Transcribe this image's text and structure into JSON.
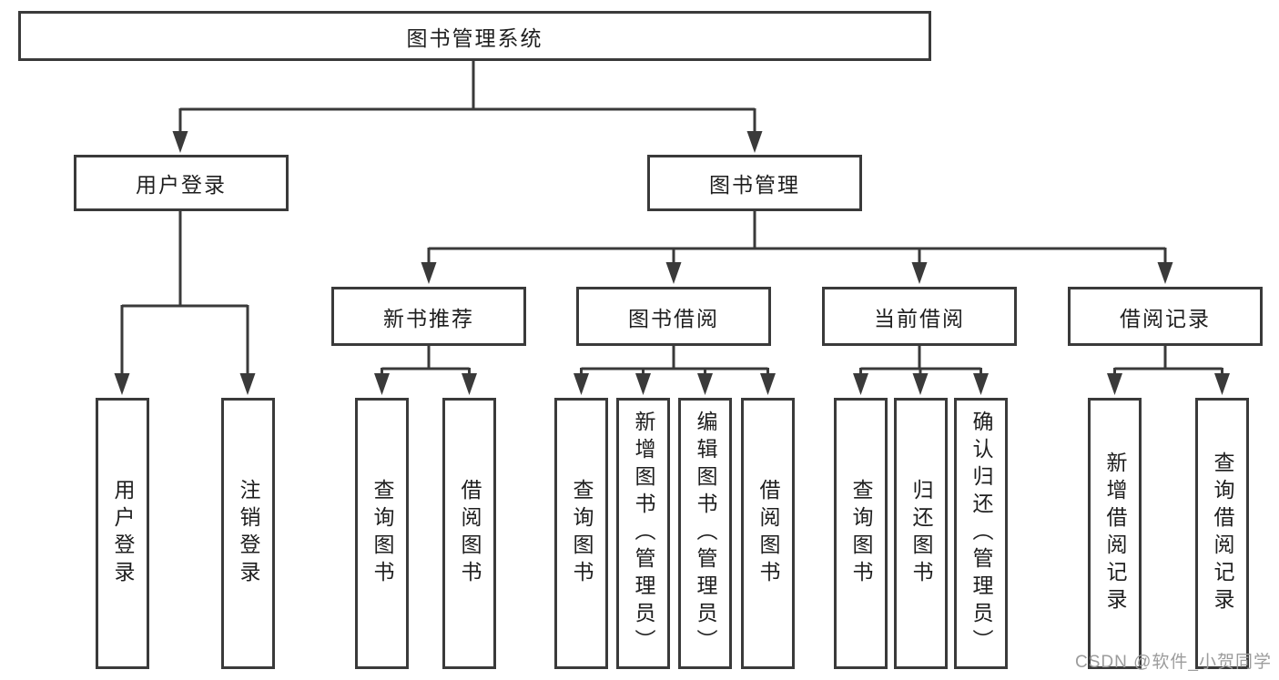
{
  "colors": {
    "background": "#ffffff",
    "line": "#3a3a3a",
    "box_border": "#3a3a3a",
    "text": "#1e1e1e",
    "watermark": "#9c9c9c"
  },
  "diagram": {
    "root": {
      "label": "图书管理系统"
    },
    "branches": [
      {
        "label": "用户登录",
        "leaves": [
          {
            "label": "用户登录"
          },
          {
            "label": "注销登录"
          }
        ]
      },
      {
        "label": "图书管理",
        "sections": [
          {
            "label": "新书推荐",
            "leaves": [
              {
                "label": "查询图书"
              },
              {
                "label": "借阅图书"
              }
            ]
          },
          {
            "label": "图书借阅",
            "leaves": [
              {
                "label": "查询图书"
              },
              {
                "label": "新增图书（管理员）"
              },
              {
                "label": "编辑图书（管理员）"
              },
              {
                "label": "借阅图书"
              }
            ]
          },
          {
            "label": "当前借阅",
            "leaves": [
              {
                "label": "查询图书"
              },
              {
                "label": "归还图书"
              },
              {
                "label": "确认归还（管理员）"
              }
            ]
          },
          {
            "label": "借阅记录",
            "leaves": [
              {
                "label": "新增借阅记录"
              },
              {
                "label": "查询借阅记录"
              }
            ]
          }
        ]
      }
    ]
  },
  "watermark": {
    "text": "CSDN @软件_小贺同学"
  }
}
